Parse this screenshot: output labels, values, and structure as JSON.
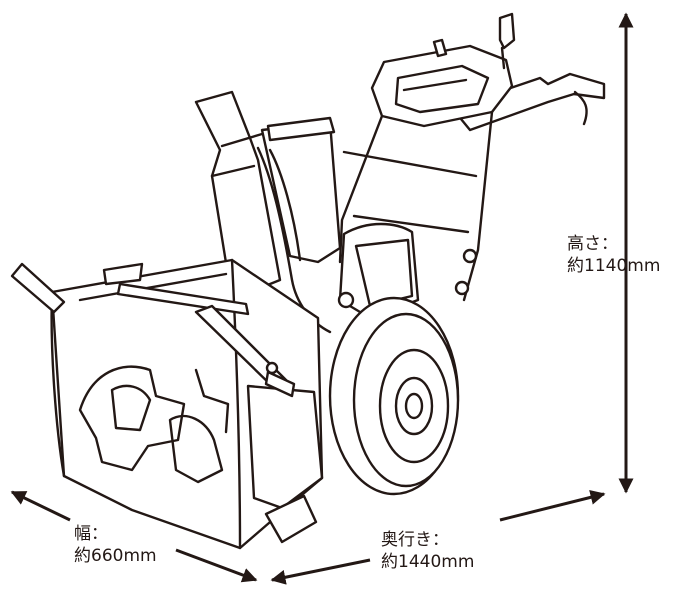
{
  "dimensions": {
    "height": {
      "name": "高さ：",
      "value": "約1140mm"
    },
    "width": {
      "name": "幅：",
      "value": "約660mm"
    },
    "depth": {
      "name": "奥行き：",
      "value": "約1440mm"
    }
  },
  "colors": {
    "line": "#231815",
    "fill": "#ffffff"
  },
  "icons": {
    "illustration": "snow-blower-line-drawing",
    "arrows": "double-headed-arrow"
  }
}
